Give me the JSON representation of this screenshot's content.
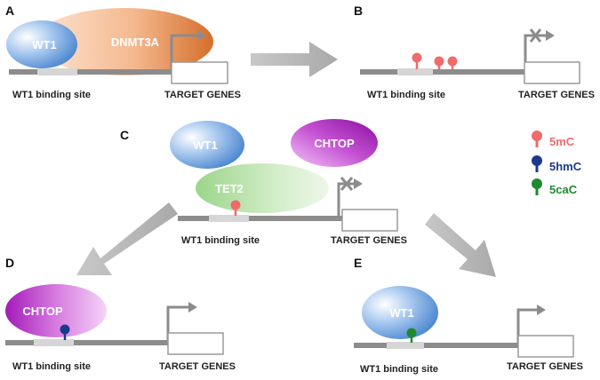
{
  "panels": {
    "A": {
      "letter": "A",
      "proteins": [
        "WT1",
        "DNMT3A"
      ],
      "binding_site_label": "WT1 binding site",
      "target_label": "TARGET GENES"
    },
    "B": {
      "letter": "B",
      "binding_site_label": "WT1 binding site",
      "target_label": "TARGET GENES",
      "marks": [
        "5mC",
        "5mC",
        "5mC"
      ],
      "transcription": "blocked"
    },
    "C": {
      "letter": "C",
      "proteins": [
        "WT1",
        "CHTOP",
        "TET2"
      ],
      "binding_site_label": "WT1 binding site",
      "target_label": "TARGET GENES",
      "marks": [
        "5mC"
      ],
      "transcription": "blocked"
    },
    "D": {
      "letter": "D",
      "proteins": [
        "CHTOP"
      ],
      "binding_site_label": "WT1 binding site",
      "target_label": "TARGET GENES",
      "marks": [
        "5hmC"
      ],
      "transcription": "active"
    },
    "E": {
      "letter": "E",
      "proteins": [
        "WT1"
      ],
      "binding_site_label": "WT1 binding site",
      "target_label": "TARGET GENES",
      "marks": [
        "5caC"
      ],
      "transcription": "active"
    }
  },
  "legend": [
    {
      "label": "5mC",
      "color": "#f06b6b"
    },
    {
      "label": "5hmC",
      "color": "#1a3a8c"
    },
    {
      "label": "5caC",
      "color": "#1f8a2e"
    }
  ],
  "colors": {
    "wt1": "#5b94d6",
    "dnmt3a": "#e8894a",
    "chtop": "#a11bb4",
    "tet2": "#8ccf78",
    "dna": "#8c8c8c",
    "binding_site": "#d6d6d6",
    "arrow": "#b3b3b3"
  }
}
